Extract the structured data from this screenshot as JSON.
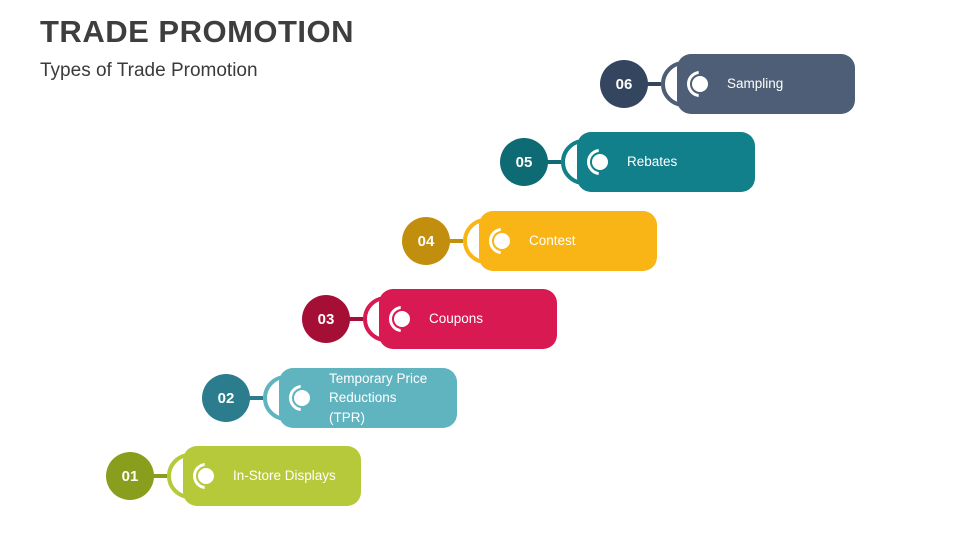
{
  "slide": {
    "title": "TRADE PROMOTION",
    "subtitle": "Types of Trade Promotion"
  },
  "colors": {
    "background": "#ffffff",
    "title_text": "#3e3e3e",
    "label_text": "#ffffff"
  },
  "steps": [
    {
      "number": "01",
      "label": "In-Store Displays",
      "circle_color": "#8a9e1e",
      "box_color": "#b6c93a"
    },
    {
      "number": "02",
      "label": "Temporary Price Reductions (TPR)",
      "circle_color": "#2b7d8e",
      "box_color": "#5fb4c0"
    },
    {
      "number": "03",
      "label": "Coupons",
      "circle_color": "#a60f35",
      "box_color": "#d91a52"
    },
    {
      "number": "04",
      "label": "Contest",
      "circle_color": "#c28e0e",
      "box_color": "#f9b415"
    },
    {
      "number": "05",
      "label": "Rebates",
      "circle_color": "#0e6a73",
      "box_color": "#11808b"
    },
    {
      "number": "06",
      "label": "Sampling",
      "circle_color": "#33455f",
      "box_color": "#4d5e76"
    }
  ]
}
